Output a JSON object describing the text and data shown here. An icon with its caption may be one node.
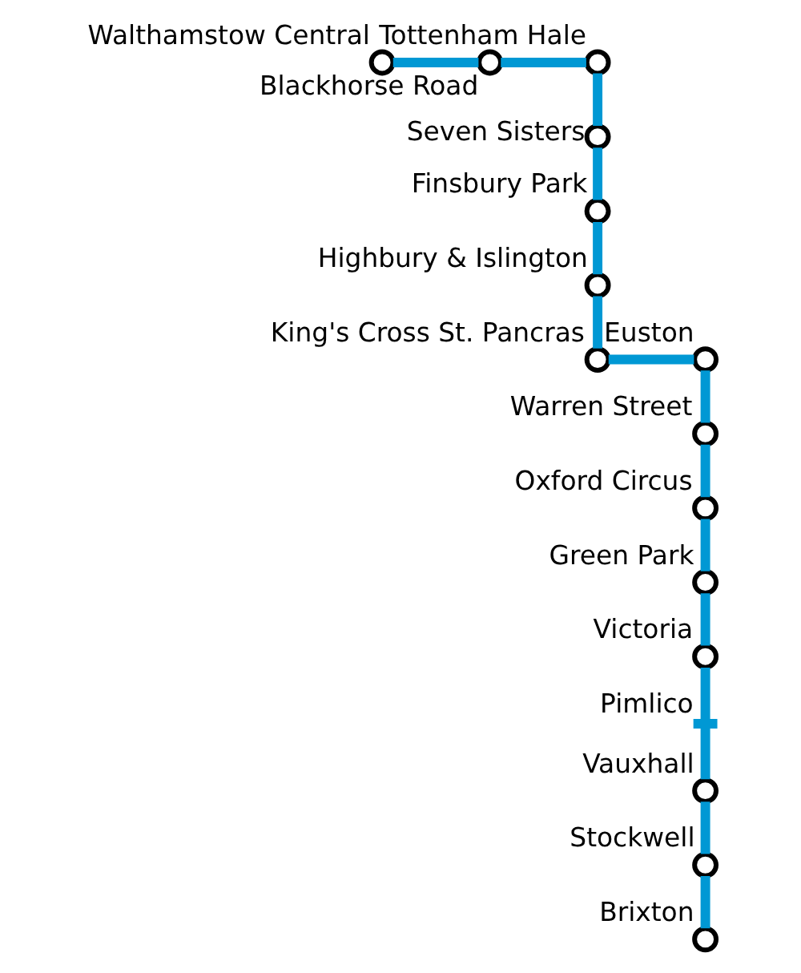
{
  "diagram": {
    "nodes": [
      {
        "text": [
          "Tottenham Hale"
        ]
      },
      {
        "text": [
          "Blackhorse Road"
        ]
      },
      {
        "text": [
          "Walthamstow Central"
        ]
      },
      {
        "text": [
          "Seven Sisters"
        ]
      },
      {
        "text": [
          "Finsbury Park"
        ]
      },
      {
        "text": [
          "Highbury & Islington"
        ]
      },
      {
        "text": [
          "Euston"
        ]
      },
      {
        "text": [
          "King's Cross St. Pancras"
        ]
      },
      {
        "text": [
          "Warren Street"
        ]
      },
      {
        "text": [
          "Oxford Circus"
        ]
      },
      {
        "text": [
          "Green Park"
        ]
      },
      {
        "text": [
          "Victoria"
        ]
      },
      {
        "text": [
          "Pimlico"
        ]
      },
      {
        "text": [
          "Vauxhall"
        ]
      },
      {
        "text": [
          "Stockwell"
        ]
      },
      {
        "text": [
          "Brixton"
        ]
      }
    ],
    "edges": [
      {
        "from": 2,
        "to": 1,
        "arrow": "none"
      },
      {
        "from": 1,
        "to": 0,
        "arrow": "none"
      },
      {
        "from": 0,
        "to": 3,
        "arrow": "none"
      },
      {
        "from": 3,
        "to": 4,
        "arrow": "none"
      },
      {
        "from": 4,
        "to": 5,
        "arrow": "none"
      },
      {
        "from": 5,
        "to": 7,
        "arrow": "none"
      },
      {
        "from": 7,
        "to": 6,
        "arrow": "none"
      },
      {
        "from": 6,
        "to": 8,
        "arrow": "none"
      },
      {
        "from": 8,
        "to": 9,
        "arrow": "none"
      },
      {
        "from": 9,
        "to": 10,
        "arrow": "none"
      },
      {
        "from": 10,
        "to": 11,
        "arrow": "none"
      },
      {
        "from": 11,
        "to": 12,
        "arrow": "none"
      },
      {
        "from": 12,
        "to": 13,
        "arrow": "none"
      },
      {
        "from": 13,
        "to": 14,
        "arrow": "none"
      },
      {
        "from": 14,
        "to": 15,
        "arrow": "none"
      }
    ]
  }
}
